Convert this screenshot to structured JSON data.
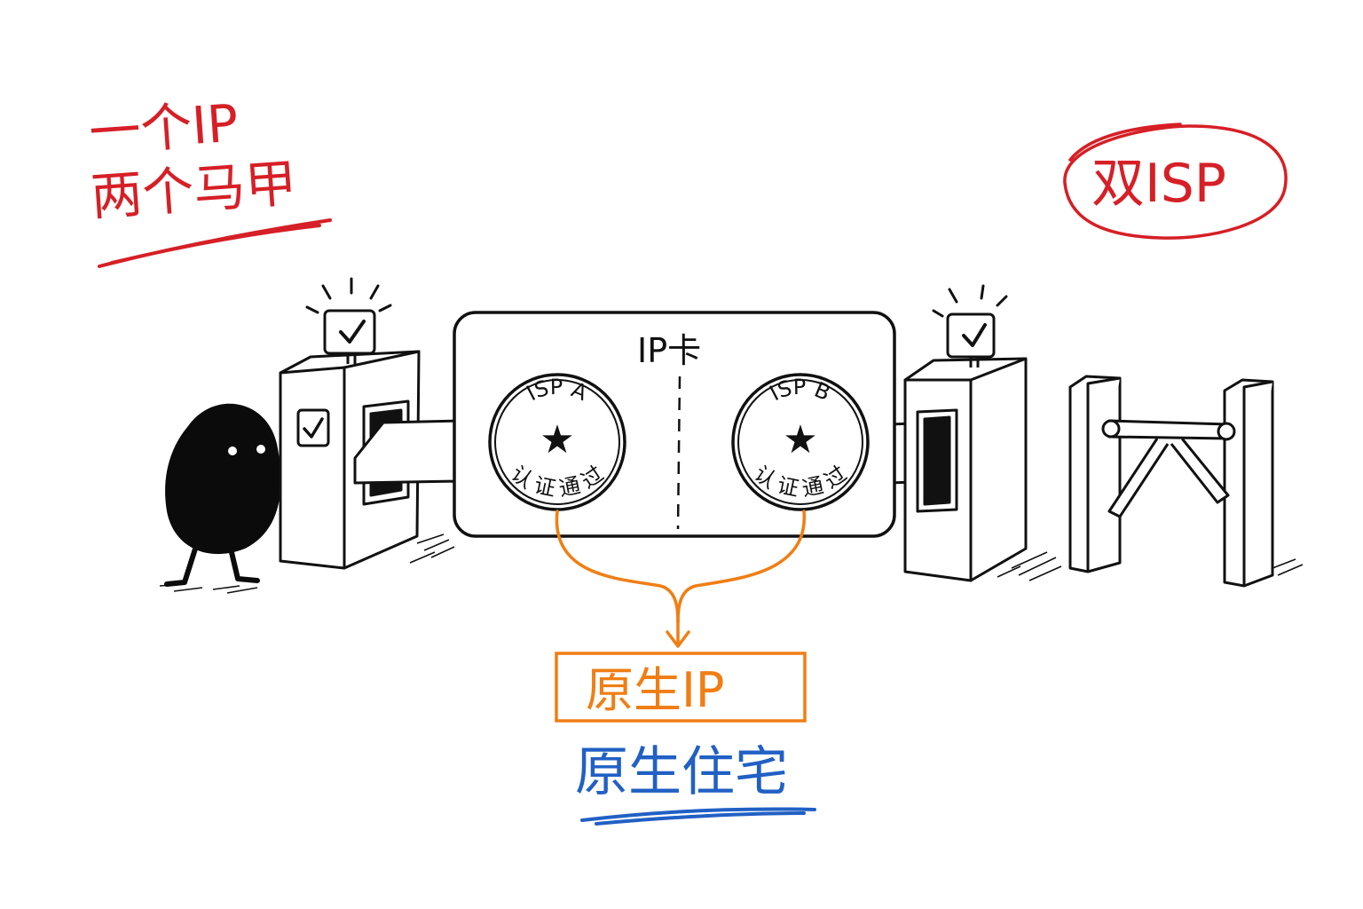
{
  "annotations": {
    "top_left_line1": "一个IP",
    "top_left_line2": "两个马甲",
    "top_right": "双ISP"
  },
  "card": {
    "title": "IP卡",
    "stamp_a": {
      "top": "ISP A",
      "bottom": "认证通过"
    },
    "stamp_b": {
      "top": "ISP B",
      "bottom": "认证通过"
    }
  },
  "result": {
    "boxed": "原生IP",
    "underlined": "原生住宅"
  },
  "icons": {
    "stamp_center": "star-icon",
    "gate_light": "checkmark-icon",
    "gate_panel": "checkmark-icon"
  },
  "colors": {
    "red": "#d61f26",
    "orange": "#f07e14",
    "blue": "#2160c4",
    "ink": "#111111"
  }
}
